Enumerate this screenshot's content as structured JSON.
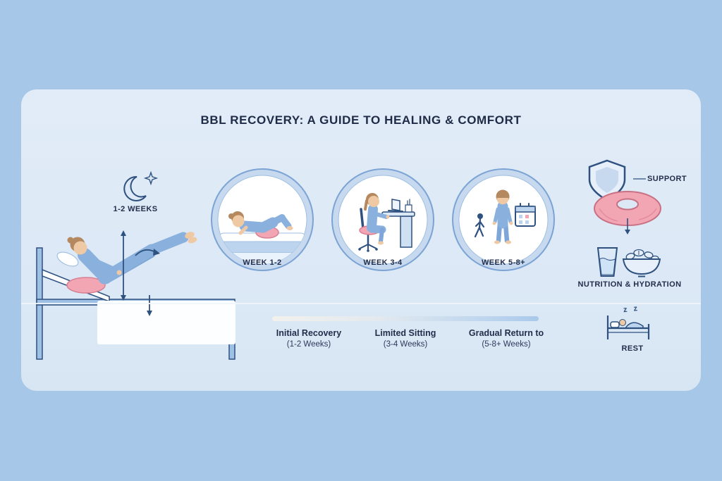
{
  "title": "BBL RECOVERY: A GUIDE TO HEALING & COMFORT",
  "hero": {
    "duration_label": "1-2 WEEKS"
  },
  "stages": [
    {
      "label": "WEEK 1-2"
    },
    {
      "label": "WEEK 3-4"
    },
    {
      "label": "WEEK 5-8+"
    }
  ],
  "care": {
    "support": "SUPPORT",
    "nutrition": "NUTRITION & HYDRATION",
    "rest": "REST",
    "sleep_zs": "z z"
  },
  "timeline": {
    "phases": [
      {
        "name": "Initial Recovery",
        "range": "(1-2 Weeks)"
      },
      {
        "name": "Limited Sitting",
        "range": "(3-4 Weeks)"
      },
      {
        "name": "Gradual Return to",
        "range": "(5-8+ Weeks)"
      }
    ]
  },
  "colors": {
    "background": "#a6c7e8",
    "card": "#dce8f5",
    "ink": "#222e4c",
    "line": "#2f5180",
    "clothing": "#8ab0dd",
    "pink": "#f2a5b2",
    "ring": "#c6d9ef",
    "skin": "#eec9a3"
  }
}
